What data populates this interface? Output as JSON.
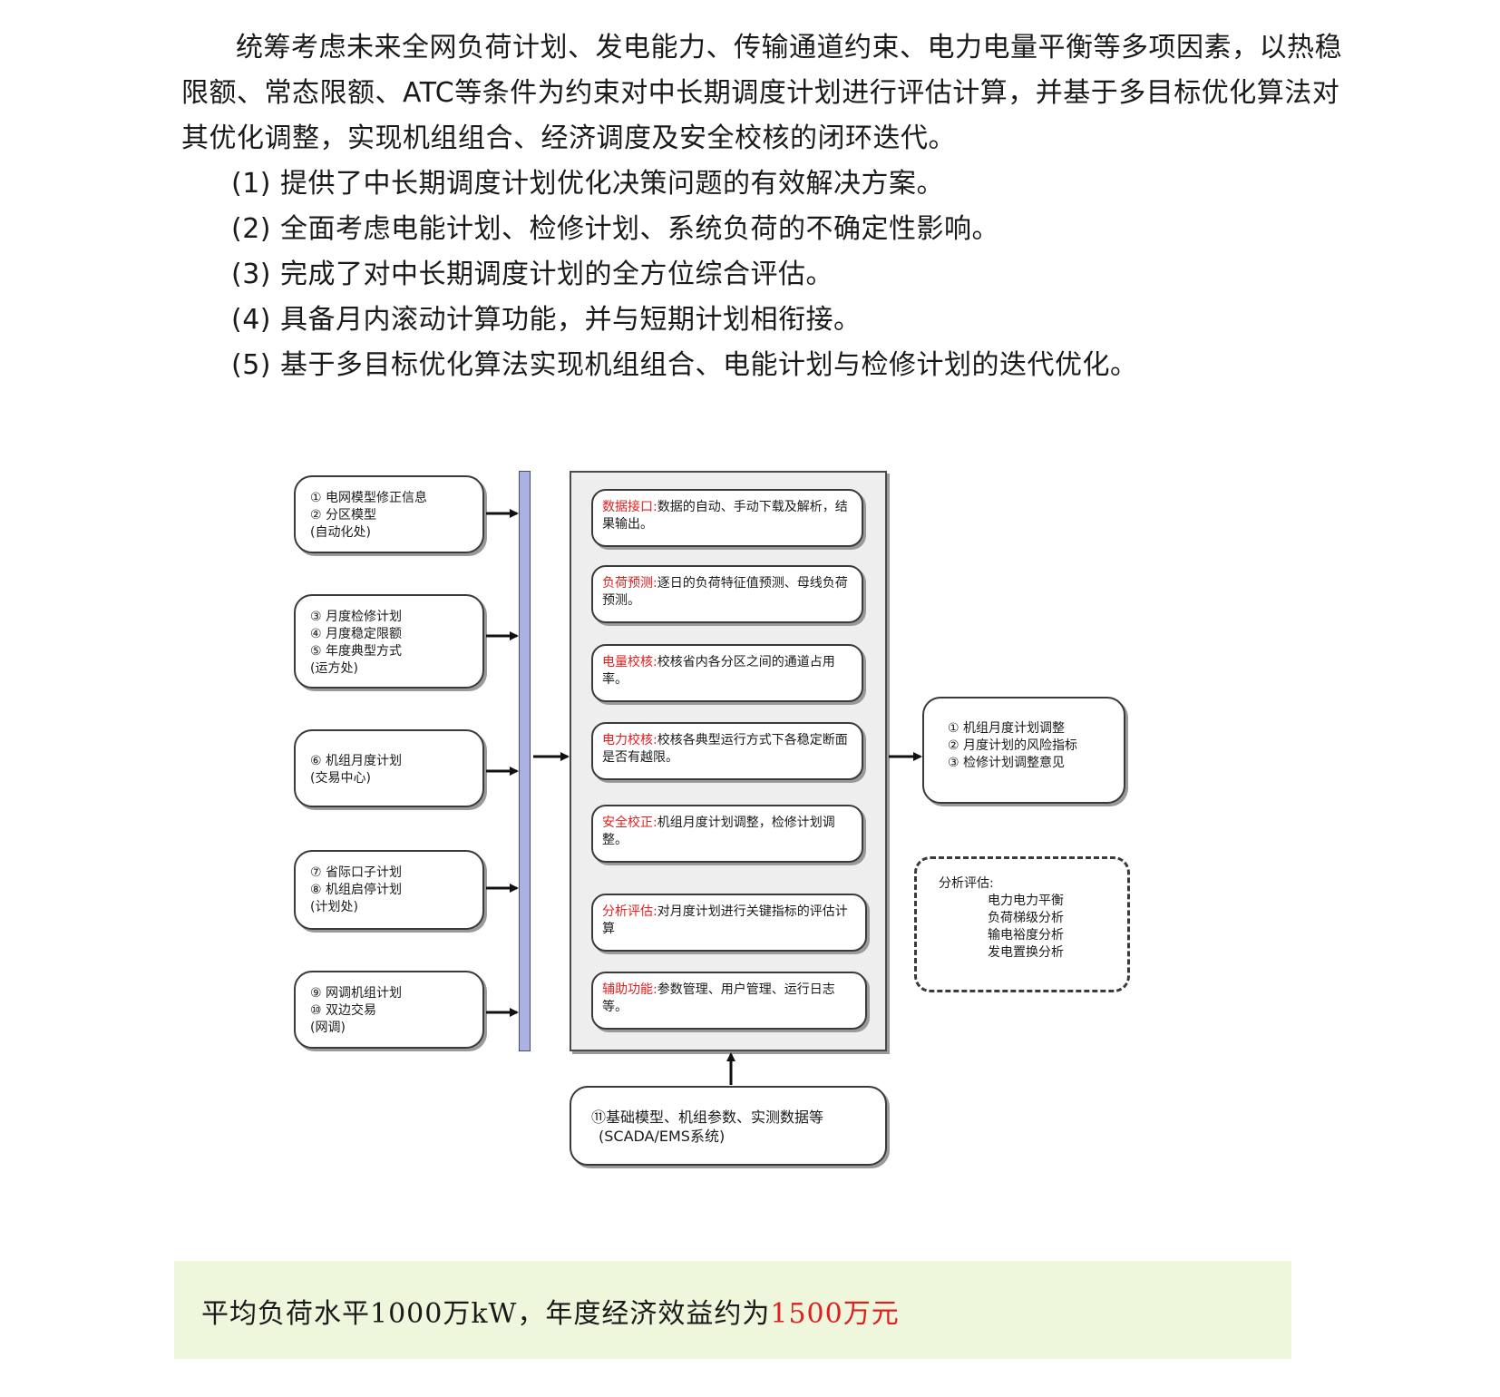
{
  "intro": {
    "paragraph": "统筹考虑未来全网负荷计划、发电能力、传输通道约束、电力电量平衡等多项因素，以热稳限额、常态限额、ATC等条件为约束对中长期调度计划进行评估计算，并基于多目标优化算法对其优化调整，实现机组组合、经济调度及安全校核的闭环迭代。",
    "items": [
      "(1) 提供了中长期调度计划优化决策问题的有效解决方案。",
      "(2) 全面考虑电能计划、检修计划、系统负荷的不确定性影响。",
      "(3) 完成了对中长期调度计划的全方位综合评估。",
      "(4) 具备月内滚动计算功能，并与短期计划相衔接。",
      "(5) 基于多目标优化算法实现机组组合、电能计划与检修计划的迭代优化。"
    ]
  },
  "diagram": {
    "sources": [
      {
        "lines": [
          "① 电网模型修正信息",
          "② 分区模型",
          "(自动化处)"
        ]
      },
      {
        "lines": [
          "③ 月度检修计划",
          "④ 月度稳定限额",
          "⑤ 年度典型方式",
          "(运方处)"
        ]
      },
      {
        "lines": [
          "⑥ 机组月度计划",
          "(交易中心)"
        ]
      },
      {
        "lines": [
          "⑦ 省际口子计划",
          "⑧ 机组启停计划",
          "(计划处)"
        ]
      },
      {
        "lines": [
          "⑨ 网调机组计划",
          "⑩ 双边交易",
          "(网调)"
        ]
      }
    ],
    "modules": [
      {
        "title": "数据接口:",
        "text": "数据的自动、手动下载及解析，结果输出。"
      },
      {
        "title": "负荷预测:",
        "text": "逐日的负荷特征值预测、母线负荷预测。"
      },
      {
        "title": "电量校核:",
        "text": "校核省内各分区之间的通道占用率。"
      },
      {
        "title": "电力校核:",
        "text": "校核各典型运行方式下各稳定断面是否有越限。"
      },
      {
        "title": "安全校正:",
        "text": "机组月度计划调整，检修计划调整。"
      },
      {
        "title": "分析评估:",
        "text": "对月度计划进行关键指标的评估计算"
      },
      {
        "title": "辅助功能:",
        "text": "参数管理、用户管理、运行日志等。"
      }
    ],
    "outputs": [
      "① 机组月度计划调整",
      "② 月度计划的风险指标",
      "③ 检修计划调整意见"
    ],
    "evaluation": {
      "title": "分析评估:",
      "items": [
        "电力电力平衡",
        "负荷梯级分析",
        "输电裕度分析",
        "发电置换分析"
      ]
    },
    "base": [
      "⑪基础模型、机组参数、实测数据等",
      "(SCADA/EMS系统)"
    ],
    "colors": {
      "highlight": "#e02020",
      "bus": "#aab2e4",
      "panel": "#eeeeee"
    }
  },
  "banner": {
    "prefix": "平均负荷水平1000万kW，年度经济效益约为",
    "value": "1500万元",
    "bg_color": "#eef7dc",
    "value_color": "#e02020"
  }
}
